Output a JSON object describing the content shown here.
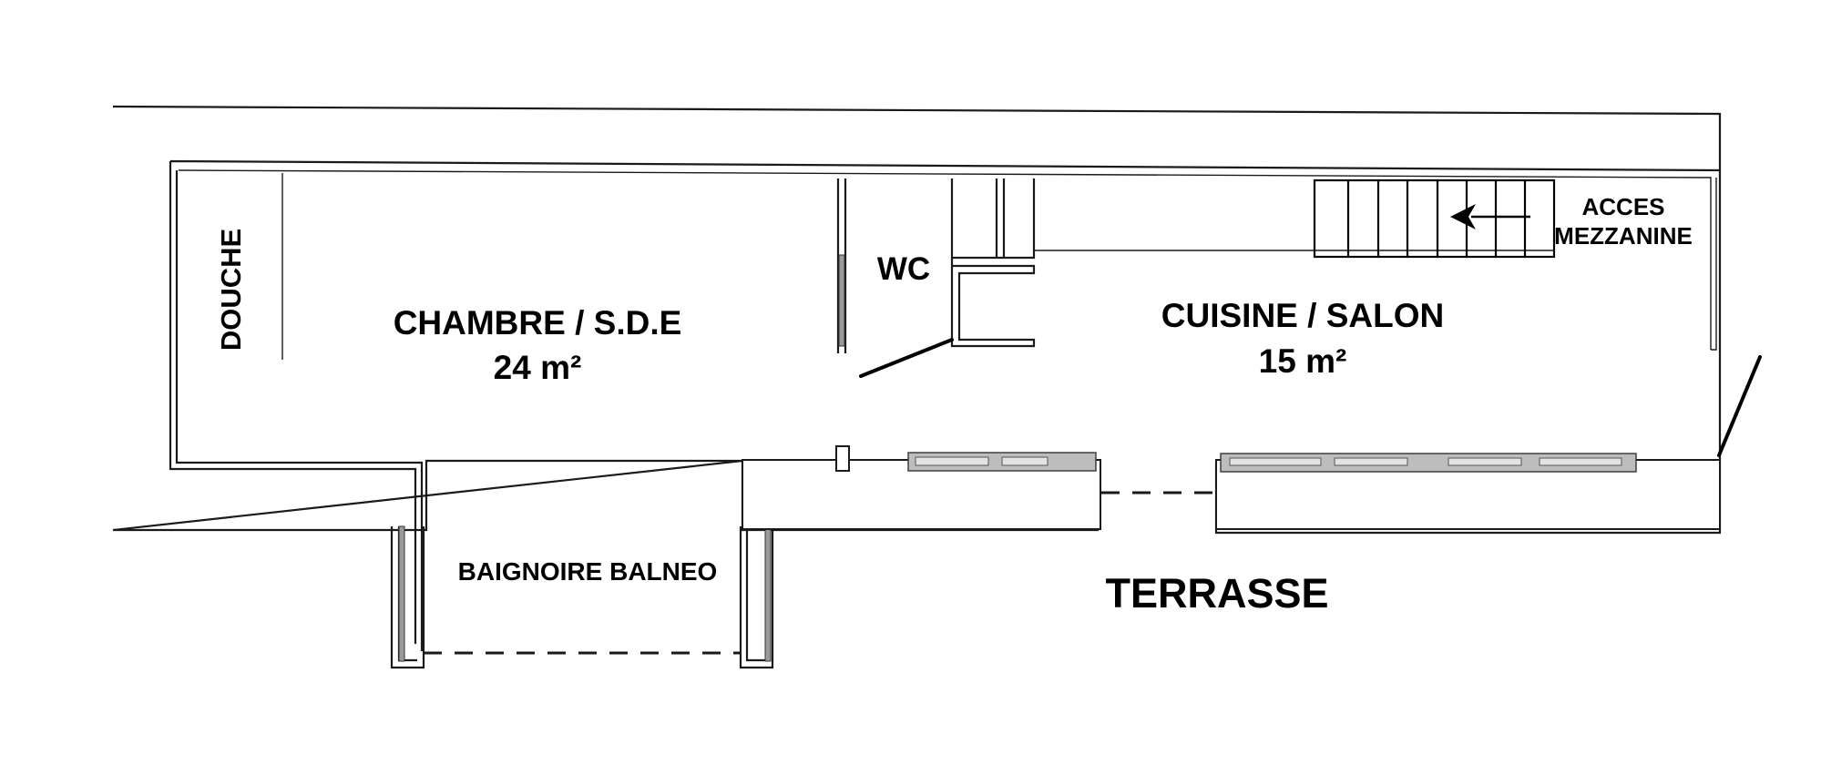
{
  "rooms": {
    "douche": "DOUCHE",
    "chambre_name": "CHAMBRE / S.D.E",
    "chambre_area": "24 m²",
    "wc": "WC",
    "cuisine_name": "CUISINE / SALON",
    "cuisine_area": "15 m²",
    "acces_line1": "ACCES",
    "acces_line2": "MEZZANINE",
    "baignoire": "BAIGNOIRE BALNEO",
    "terrasse": "TERRASSE"
  },
  "colors": {
    "walls": "#1a1a1a",
    "background": "#ffffff",
    "window_hatch": "#9a9a9a"
  },
  "icons": {
    "stair_arrow": "arrow-left-icon"
  }
}
